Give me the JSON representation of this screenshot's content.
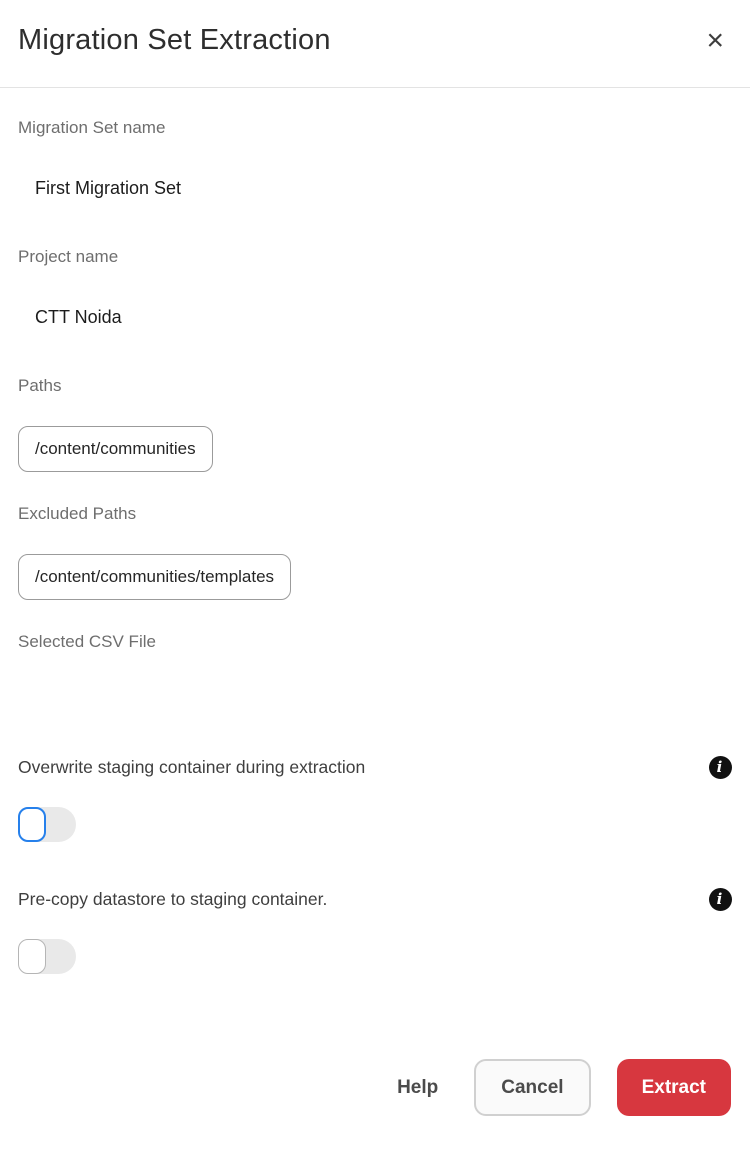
{
  "dialog": {
    "title": "Migration Set Extraction",
    "close_glyph": "×"
  },
  "fields": {
    "migration_set_name": {
      "label": "Migration Set name",
      "value": "First Migration Set"
    },
    "project_name": {
      "label": "Project name",
      "value": "CTT Noida"
    },
    "paths": {
      "label": "Paths",
      "chips": [
        "/content/communities"
      ]
    },
    "excluded_paths": {
      "label": "Excluded Paths",
      "chips": [
        "/content/communities/templates"
      ]
    },
    "csv_file": {
      "label": "Selected CSV File"
    }
  },
  "options": [
    {
      "label": "Overwrite staging container during extraction",
      "info_glyph": "i",
      "enabled": false
    },
    {
      "label": "Pre-copy datastore to staging container.",
      "info_glyph": "i",
      "enabled": false
    }
  ],
  "footer": {
    "help_label": "Help",
    "cancel_label": "Cancel",
    "extract_label": "Extract"
  },
  "colors": {
    "extract_button": "#d7373f",
    "focus_ring": "#2680eb",
    "info_icon": "#111111",
    "divider": "#e3e3e3",
    "label_text": "#6e6e6e",
    "value_text": "#1c1c1c"
  }
}
